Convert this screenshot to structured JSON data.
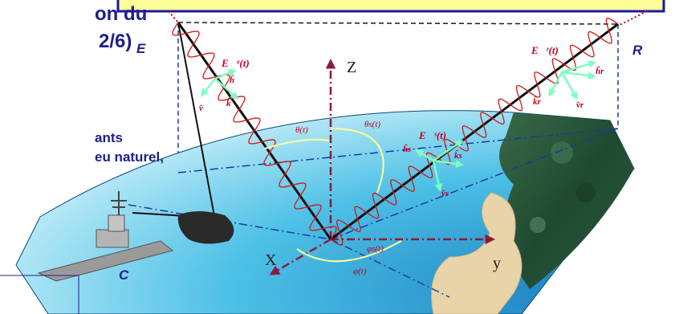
{
  "slide": {
    "title_line1": "on du",
    "title_line2": "2/6)",
    "body_line1": "ants",
    "body_line2": "eu naturel,"
  },
  "points": {
    "emitter": "E",
    "receiver": "R",
    "target": "C"
  },
  "axes": {
    "z": "Z",
    "x": "X",
    "y": "y"
  },
  "angles": {
    "theta": "θ(t)",
    "theta_s": "θs(t)",
    "phi_s": "φs(t)",
    "phi": "φ(t)"
  },
  "vectors": {
    "incident_field": "E⃗ᵉ(t)",
    "incident_h": "ĥ",
    "incident_k": "k̂",
    "incident_v": "v̂",
    "scattered_field": "E⃗ˢ(t)",
    "scattered_h": "ĥs",
    "scattered_k": "k̂s",
    "scattered_v": "v̂s",
    "received_field": "E⃗ʳ(t)",
    "received_h": "ĥr",
    "received_k": "k̂r",
    "received_v": "v̂r"
  },
  "colors": {
    "title": "#1e1e8c",
    "sea_light": "#c8f0fa",
    "sea_dark": "#1a8cc4",
    "callout_border": "#1a1aa0",
    "callout_fill": "#ffff99",
    "wave": "#d01818",
    "vector": "#7fffc0",
    "angle_arc": "#ffff99",
    "axis": "#8b1a3a",
    "guide_line": "#1a3aa0",
    "forest": "#2a5a3a",
    "sand": "#e8d4a8"
  }
}
